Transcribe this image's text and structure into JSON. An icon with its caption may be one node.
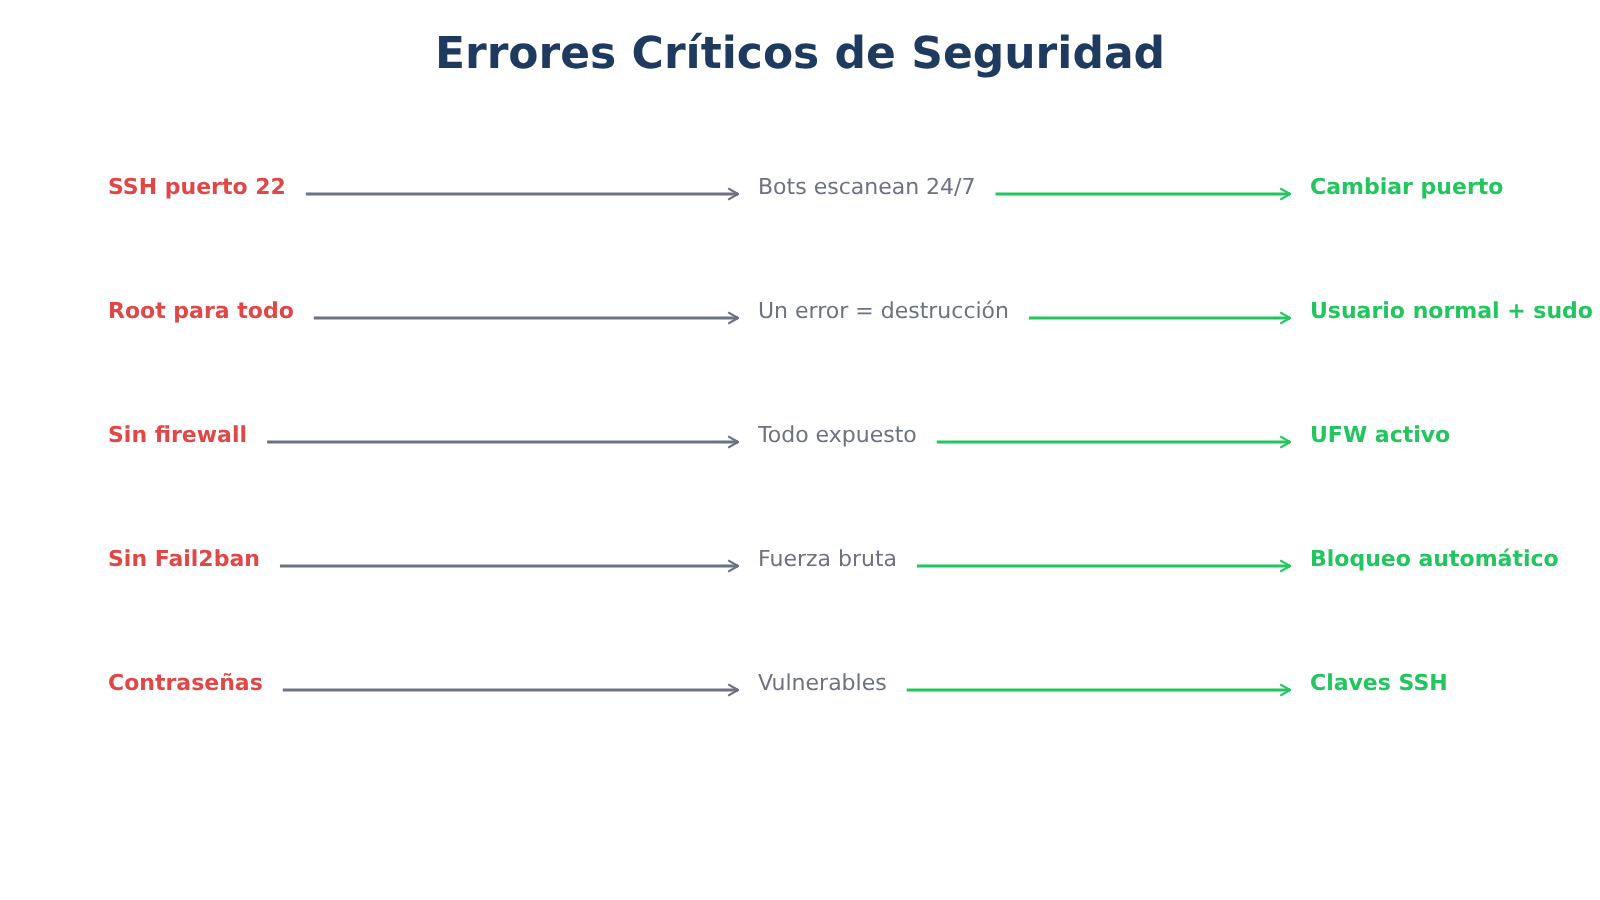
{
  "diagram": {
    "title": "Errores Críticos de Seguridad",
    "nodes": [
      {
        "text": [
          "SSH puerto 22"
        ]
      },
      {
        "text": [
          "Bots escanean 24/7"
        ]
      },
      {
        "text": [
          "Cambiar puerto"
        ]
      },
      {
        "text": [
          "Root para todo"
        ]
      },
      {
        "text": [
          "Un error = destrucción"
        ]
      },
      {
        "text": [
          "Usuario normal + sudo"
        ]
      },
      {
        "text": [
          "Sin firewall"
        ]
      },
      {
        "text": [
          "Todo expuesto"
        ]
      },
      {
        "text": [
          "UFW activo"
        ]
      },
      {
        "text": [
          "Sin Fail2ban"
        ]
      },
      {
        "text": [
          "Fuerza bruta"
        ]
      },
      {
        "text": [
          "Bloqueo automático"
        ]
      },
      {
        "text": [
          "Contraseñas"
        ]
      },
      {
        "text": [
          "Vulnerables"
        ]
      },
      {
        "text": [
          "Claves SSH"
        ]
      }
    ],
    "edges": [
      {
        "from": 0,
        "to": 1,
        "arrow": "to",
        "color": "#6b7280"
      },
      {
        "from": 1,
        "to": 2,
        "arrow": "to",
        "color": "#22c55e"
      },
      {
        "from": 3,
        "to": 4,
        "arrow": "to",
        "color": "#6b7280"
      },
      {
        "from": 4,
        "to": 5,
        "arrow": "to",
        "color": "#22c55e"
      },
      {
        "from": 6,
        "to": 7,
        "arrow": "to",
        "color": "#6b7280"
      },
      {
        "from": 7,
        "to": 8,
        "arrow": "to",
        "color": "#22c55e"
      },
      {
        "from": 9,
        "to": 10,
        "arrow": "to",
        "color": "#6b7280"
      },
      {
        "from": 10,
        "to": 11,
        "arrow": "to",
        "color": "#22c55e"
      },
      {
        "from": 12,
        "to": 13,
        "arrow": "to",
        "color": "#6b7280"
      },
      {
        "from": 13,
        "to": 14,
        "arrow": "to",
        "color": "#22c55e"
      }
    ]
  }
}
